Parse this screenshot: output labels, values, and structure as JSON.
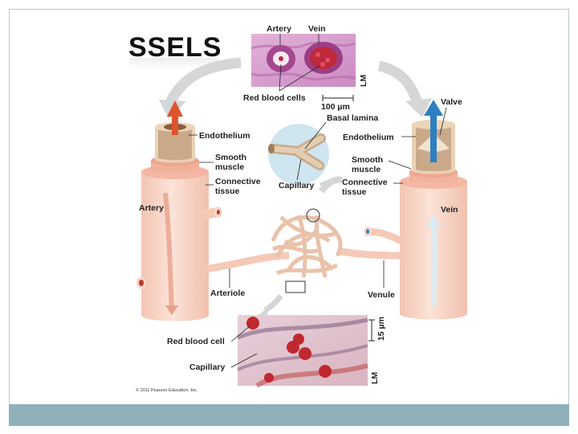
{
  "slide": {
    "title": "SSELS",
    "copyright": "© 2011 Pearson Education, Inc."
  },
  "labels": {
    "top_artery": "Artery",
    "top_vein": "Vein",
    "red_blood_cells": "Red blood cells",
    "scale_top": "100 µm",
    "lm_top": "LM",
    "endothelium_left": "Endothelium",
    "smooth_muscle_left_1": "Smooth",
    "smooth_muscle_left_2": "muscle",
    "connective_left_1": "Connective",
    "connective_left_2": "tissue",
    "artery": "Artery",
    "basal_lamina": "Basal lamina",
    "capillary_mid": "Capillary",
    "valve": "Valve",
    "endothelium_right": "Endothelium",
    "smooth_muscle_right_1": "Smooth",
    "smooth_muscle_right_2": "muscle",
    "connective_right_1": "Connective",
    "connective_right_2": "tissue",
    "vein": "Vein",
    "arteriole": "Arteriole",
    "venule": "Venule",
    "red_blood_cell": "Red blood cell",
    "capillary_bottom": "Capillary",
    "scale_bottom": "15 µm",
    "lm_bottom": "LM"
  },
  "colors": {
    "vessel_pink": "#f9d9cc",
    "muscle": "#f2b19c",
    "arrow_grey": "#d4d6d8",
    "artery_flow": "#e0532e",
    "vein_flow": "#2e7fc1",
    "footer": "#8fb0b8"
  }
}
